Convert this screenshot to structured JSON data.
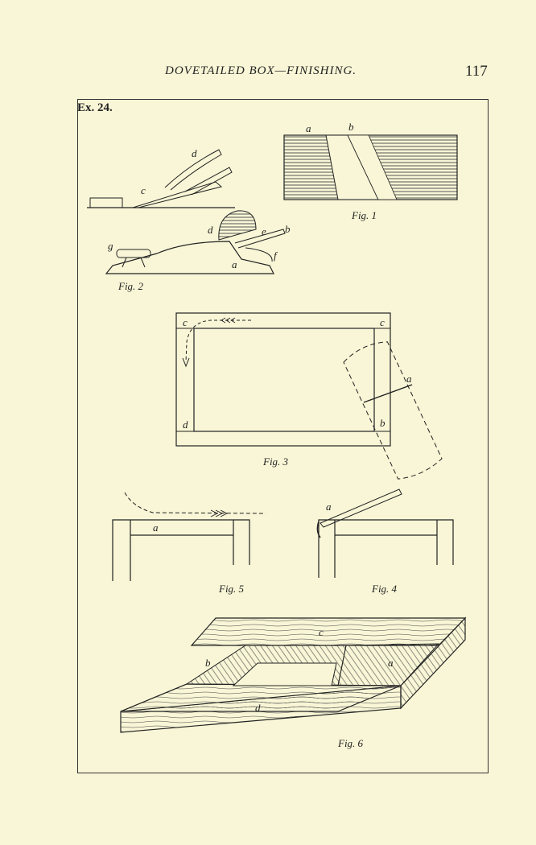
{
  "header": {
    "running_head": "DOVETAILED BOX—FINISHING.",
    "page_number": "117"
  },
  "plate": {
    "label": "Ex. 24."
  },
  "figures": {
    "fig1": {
      "caption": "Fig. 1",
      "labels": {
        "a": "a",
        "b": "b"
      }
    },
    "fig2": {
      "caption": "Fig. 2",
      "labels": {
        "a": "a",
        "b": "b",
        "c": "c",
        "d": "d",
        "e": "e",
        "f": "f",
        "g": "g"
      }
    },
    "fig3": {
      "caption": "Fig. 3",
      "labels": {
        "a": "a",
        "b": "b",
        "c_left": "c",
        "c_right": "c",
        "d": "d"
      }
    },
    "fig4": {
      "caption": "Fig. 4",
      "labels": {
        "a": "a"
      }
    },
    "fig5": {
      "caption": "Fig. 5",
      "labels": {
        "a": "a"
      }
    },
    "fig6": {
      "caption": "Fig. 6",
      "labels": {
        "a": "a",
        "b": "b",
        "c": "c",
        "d": "d"
      }
    }
  }
}
